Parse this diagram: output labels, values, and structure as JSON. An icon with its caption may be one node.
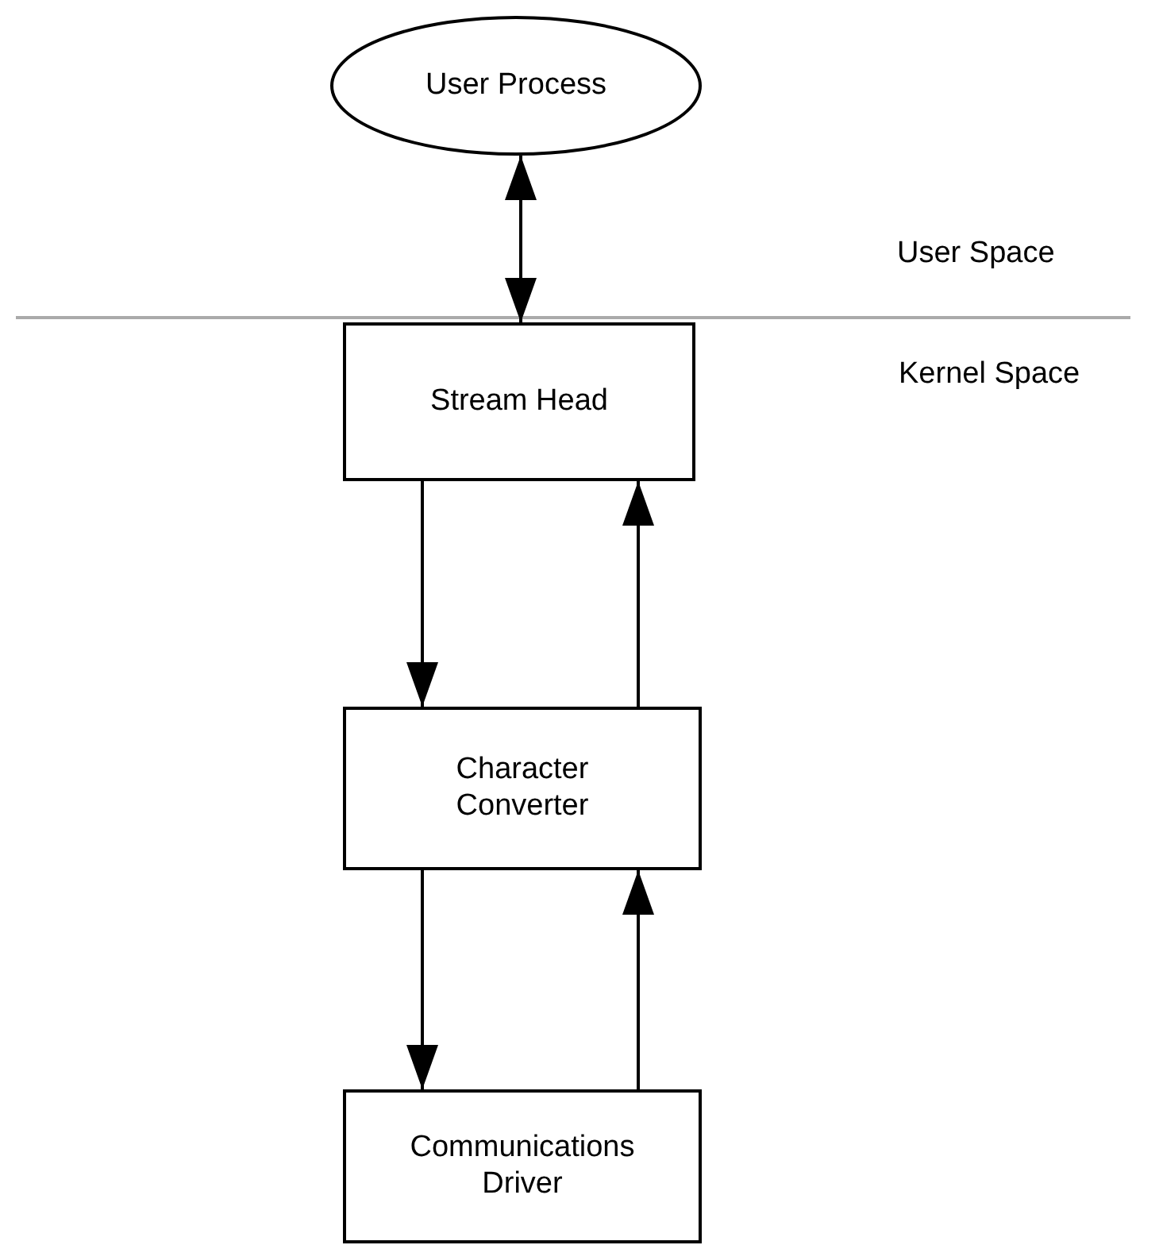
{
  "diagram": {
    "nodes": [
      {
        "text": [
          "User Process"
        ]
      },
      {
        "text": [
          "Stream Head"
        ]
      },
      {
        "text": [
          "Character Converter"
        ]
      },
      {
        "text": [
          "Communications Driver"
        ]
      }
    ],
    "edges": [
      {
        "from": 0,
        "to": 1,
        "arrow": "both"
      },
      {
        "from": 1,
        "to": 2,
        "arrow": "to"
      },
      {
        "from": 2,
        "to": 1,
        "arrow": "to"
      },
      {
        "from": 2,
        "to": 3,
        "arrow": "to"
      },
      {
        "from": 3,
        "to": 2,
        "arrow": "to"
      }
    ],
    "labels": [
      "User Space",
      "Kernel Space"
    ]
  }
}
